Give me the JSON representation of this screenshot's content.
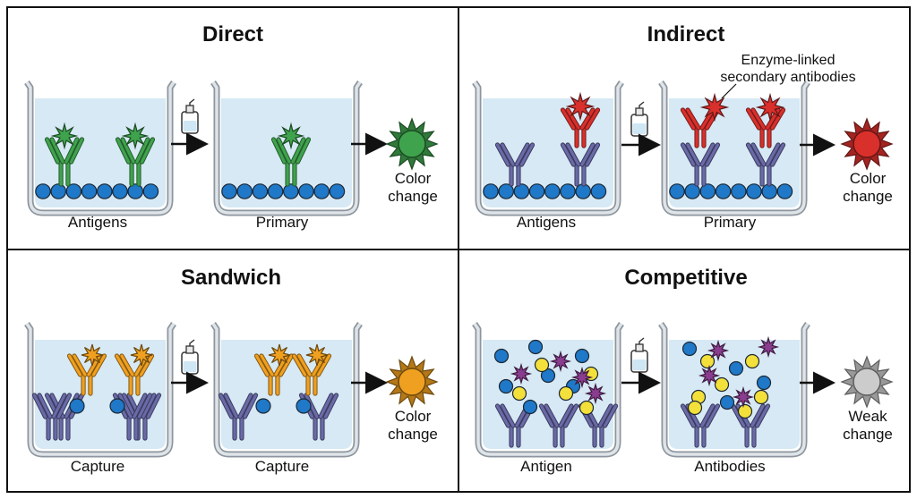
{
  "colors": {
    "direct": "#3fa34d",
    "indirect": "#d9302c",
    "sandwich": "#f0a020",
    "competitive_antibody": "#8a3d8f",
    "weak": "#cccccc",
    "capture": "#6a6aa8",
    "liquid": "#d6e9f5",
    "antigen_blue": "#1f78c8",
    "competitor_yellow": "#f3e03a"
  },
  "panels": [
    {
      "id": "direct",
      "title": "Direct",
      "labels": [
        "Antigens",
        "Primary"
      ],
      "result": [
        "Color",
        "change"
      ],
      "result_color": "#3fa34d",
      "antibody_color": "#3fa34d"
    },
    {
      "id": "indirect",
      "title": "Indirect",
      "labels": [
        "Antigens",
        "Primary"
      ],
      "result": [
        "Color",
        "change"
      ],
      "result_color": "#d9302c",
      "antibody_color": "#d9302c",
      "annotation": [
        "Enzyme-linked",
        "secondary antibodies"
      ]
    },
    {
      "id": "sandwich",
      "title": "Sandwich",
      "labels": [
        "Capture",
        "Capture"
      ],
      "result": [
        "Color",
        "change"
      ],
      "result_color": "#f0a020",
      "antibody_color": "#f0a020"
    },
    {
      "id": "competitive",
      "title": "Competitive",
      "labels": [
        "Antigen",
        "Antibodies"
      ],
      "result": [
        "Weak",
        "change"
      ],
      "result_color": "#cccccc",
      "antibody_color": "#8a3d8f"
    }
  ]
}
